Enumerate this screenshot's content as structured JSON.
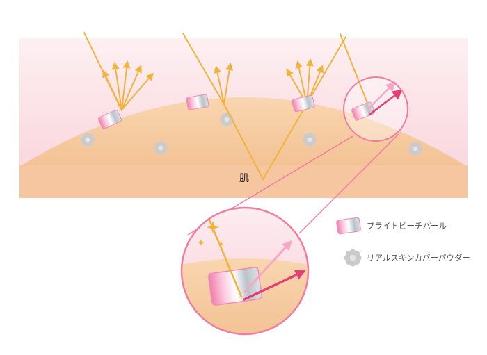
{
  "diagram": {
    "skin_label": "肌",
    "legend": {
      "items": [
        {
          "icon": "pearl-swatch-icon",
          "label": "ブライトピーチパール"
        },
        {
          "icon": "powder-flower-icon",
          "label": "リアルスキンカバーパウダー"
        }
      ]
    },
    "colors": {
      "light_ray_yellow": "#f2b33d",
      "arrow_pink_light": "#f7a6c6",
      "arrow_magenta": "#e63e74",
      "circle_outline_pink": "#f27ba0",
      "skin_peach": "#f5c79e",
      "background_pink": "#fbdde3",
      "pearl_pink": "#f28bb0",
      "pearl_silver": "#c9d1d6",
      "powder_gray": "#cbcbcb"
    }
  }
}
